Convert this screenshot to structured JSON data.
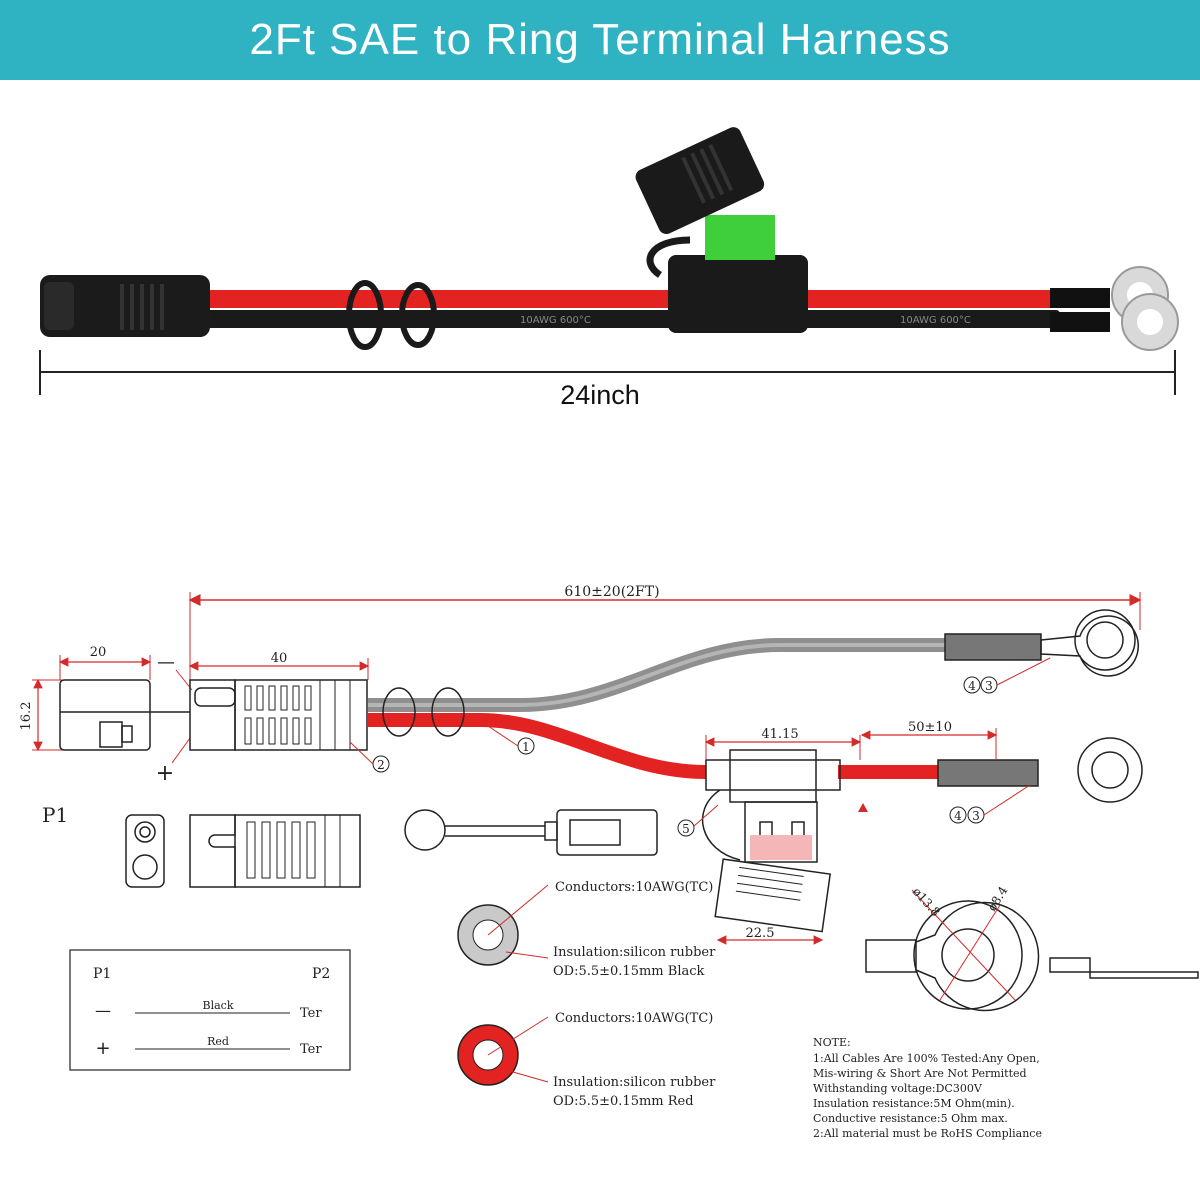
{
  "banner": {
    "title": "2Ft SAE to Ring Terminal Harness",
    "color": "#2fb3c3"
  },
  "photo": {
    "length_label": "24inch",
    "wire_print": "10AWG 600°C"
  },
  "drawing": {
    "overall_length": "610±20(2FT)",
    "dim_20": "20",
    "dim_40": "40",
    "dim_16_2": "16.2",
    "dim_41_15": "41.15",
    "dim_50_10": "50±10",
    "dim_22_5": "22.5",
    "dim_13_8": "ø13.8",
    "dim_8_4": "ø8.4",
    "minus_sign": "—",
    "plus_sign": "+",
    "p1_label": "P1",
    "callouts": {
      "c1": "1",
      "c2": "2",
      "c3": "3",
      "c4": "4",
      "c5": "5"
    }
  },
  "pin_table": {
    "p1": "P1",
    "p2": "P2",
    "rows": [
      {
        "sign": "—",
        "wire": "Black",
        "ter": "Ter"
      },
      {
        "sign": "+",
        "wire": "Red",
        "ter": "Ter"
      }
    ]
  },
  "cable_specs": [
    {
      "conductors": "Conductors:10AWG(TC)",
      "insulation": "Insulation:silicon rubber",
      "od": "OD:5.5±0.15mm Black"
    },
    {
      "conductors": "Conductors:10AWG(TC)",
      "insulation": "Insulation:silicon rubber",
      "od": "OD:5.5±0.15mm Red"
    }
  ],
  "notes": [
    "NOTE:",
    "1:All Cables Are 100% Tested:Any Open,",
    "Mis-wiring & Short Are Not Permitted",
    " Withstanding voltage:DC300V",
    " Insulation resistance:5M Ohm(min).",
    " Conductive resistance:5 Ohm max.",
    "2:All material must be RoHS Compliance"
  ],
  "colors": {
    "red_wire": "#e32222",
    "black_wire": "#1a1a1a",
    "fuse_green": "#3fcf3a",
    "dim_red": "#d32b2b"
  }
}
